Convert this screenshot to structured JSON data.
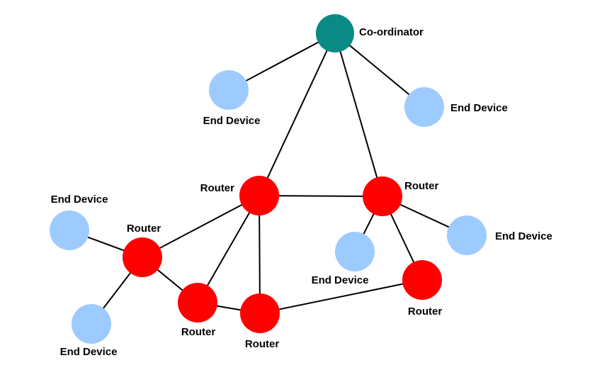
{
  "colors": {
    "coordinator": "#0a8a84",
    "router": "#ff0000",
    "end_device": "#9ecbff",
    "edge": "#000000",
    "text": "#000000"
  },
  "labels": {
    "coordinator": "Co-ordinator",
    "router": "Router",
    "end_device": "End Device"
  },
  "nodes": [
    {
      "id": "coordinator",
      "type": "coordinator"
    },
    {
      "id": "end-device-top-left",
      "type": "end_device"
    },
    {
      "id": "end-device-top-right",
      "type": "end_device"
    },
    {
      "id": "router-center",
      "type": "router"
    },
    {
      "id": "router-right",
      "type": "router"
    },
    {
      "id": "end-device-left-upper",
      "type": "end_device"
    },
    {
      "id": "router-left",
      "type": "router"
    },
    {
      "id": "end-device-left-lower",
      "type": "end_device"
    },
    {
      "id": "router-bottom-left",
      "type": "router"
    },
    {
      "id": "router-bottom-center",
      "type": "router"
    },
    {
      "id": "end-device-center",
      "type": "end_device"
    },
    {
      "id": "end-device-right",
      "type": "end_device"
    },
    {
      "id": "router-bottom-right",
      "type": "router"
    }
  ],
  "edges": [
    [
      "coordinator",
      "end-device-top-left"
    ],
    [
      "coordinator",
      "end-device-top-right"
    ],
    [
      "coordinator",
      "router-center"
    ],
    [
      "coordinator",
      "router-right"
    ],
    [
      "router-center",
      "router-right"
    ],
    [
      "router-center",
      "router-left"
    ],
    [
      "router-center",
      "router-bottom-left"
    ],
    [
      "router-center",
      "router-bottom-center"
    ],
    [
      "router-left",
      "end-device-left-upper"
    ],
    [
      "router-left",
      "end-device-left-lower"
    ],
    [
      "router-left",
      "router-bottom-left"
    ],
    [
      "router-bottom-left",
      "router-bottom-center"
    ],
    [
      "router-bottom-center",
      "router-bottom-right"
    ],
    [
      "router-right",
      "end-device-center"
    ],
    [
      "router-right",
      "end-device-right"
    ],
    [
      "router-right",
      "router-bottom-right"
    ]
  ]
}
